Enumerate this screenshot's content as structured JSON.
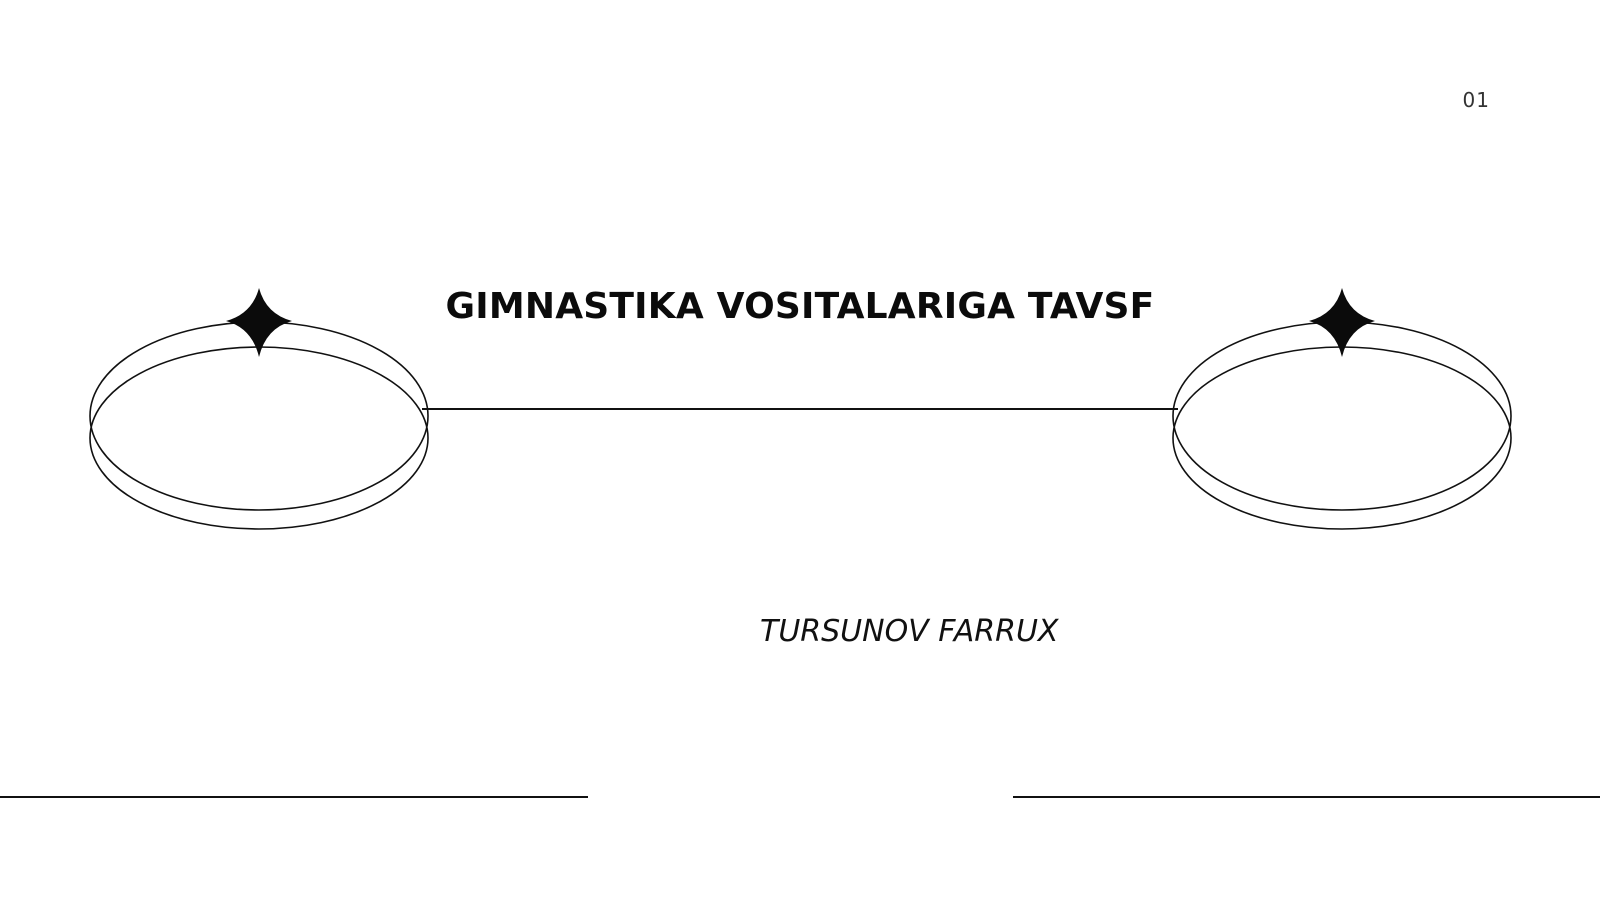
{
  "slide": {
    "page_number": "01",
    "title": "GIMNASTIKA VOSITALARIGA TAVSF",
    "author": "TURSUNOV FARRUX"
  },
  "icons": {
    "left_star": "four-point-star-icon",
    "right_star": "four-point-star-icon"
  },
  "colors": {
    "background": "#ffffff",
    "line": "#111111",
    "text": "#111111"
  }
}
